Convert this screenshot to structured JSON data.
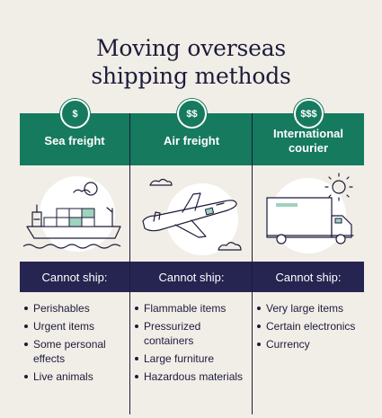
{
  "title": {
    "line1": "Moving overseas",
    "line2": "shipping methods"
  },
  "columns": [
    {
      "cost": "$",
      "method": "Sea freight",
      "cannot_label": "Cannot ship:",
      "items": [
        "Perishables",
        "Urgent items",
        "Some personal effects",
        "Live animals"
      ],
      "illustration": "cargo-ship-icon"
    },
    {
      "cost": "$$",
      "method": "Air freight",
      "cannot_label": "Cannot ship:",
      "items": [
        "Flammable items",
        "Pressurized containers",
        "Large furniture",
        "Hazardous materials"
      ],
      "illustration": "airplane-icon"
    },
    {
      "cost": "$$$",
      "method": "International courier",
      "cannot_label": "Cannot ship:",
      "items": [
        "Very large items",
        "Certain electronics",
        "Currency"
      ],
      "illustration": "delivery-truck-icon"
    }
  ],
  "colors": {
    "background": "#f1eee7",
    "header_green": "#167a5f",
    "bar_navy": "#262450",
    "text": "#1d1b3a"
  }
}
